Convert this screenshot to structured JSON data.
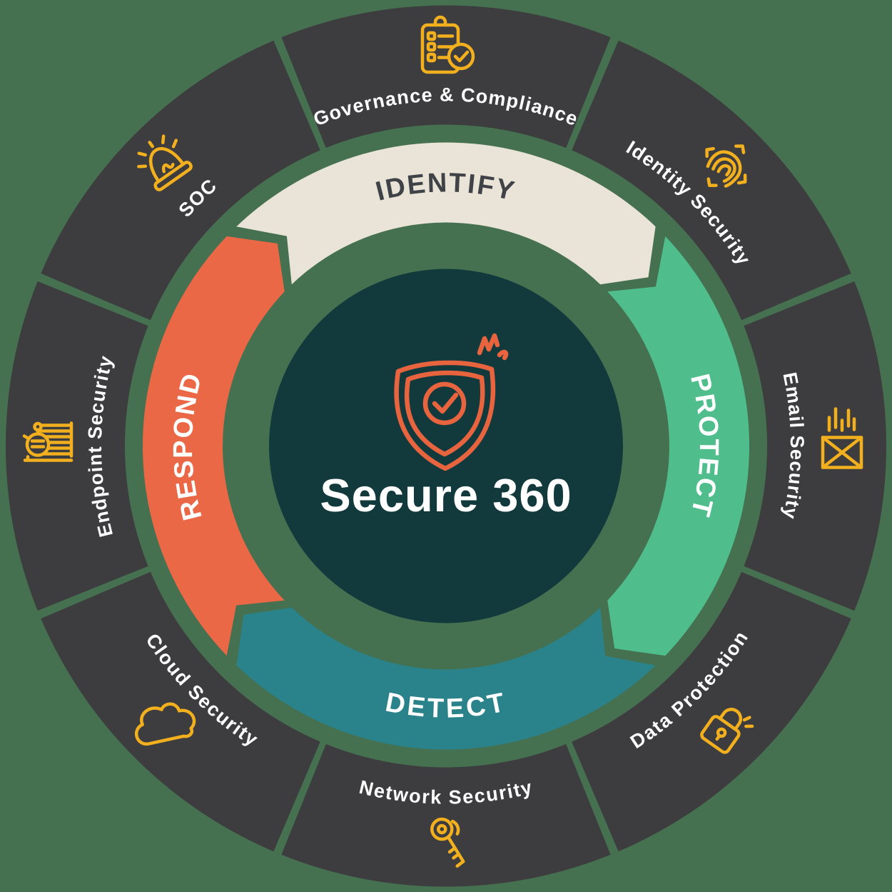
{
  "title": "Secure 360 security framework wheel",
  "colors": {
    "background": "#467150",
    "icon_gold": "#F2B01F"
  },
  "center": {
    "title": "Secure 360",
    "icon": "shield-check-icon",
    "bg_color": "#123A3D",
    "title_color": "#FFFFFF",
    "icon_color": "#E8643F"
  },
  "inner_ring": {
    "cycle_direction": "clockwise",
    "segments": [
      {
        "id": "identify",
        "label": "IDENTIFY",
        "position": "top",
        "color": "#EAE3D7",
        "text_color": "#3F4347"
      },
      {
        "id": "protect",
        "label": "PROTECT",
        "position": "right",
        "color": "#4FBE8C",
        "text_color": "#FFFFFF"
      },
      {
        "id": "detect",
        "label": "DETECT",
        "position": "bottom",
        "color": "#2A828A",
        "text_color": "#FFFFFF"
      },
      {
        "id": "respond",
        "label": "RESPOND",
        "position": "left",
        "color": "#EA6845",
        "text_color": "#FFFFFF"
      }
    ]
  },
  "outer_ring": {
    "ring_color": "#3D3D3F",
    "label_color": "#FFFFFF",
    "segments": [
      {
        "id": "governance-compliance",
        "label": "Governance & Compliance",
        "icon": "clipboard-checklist-icon",
        "position": "top"
      },
      {
        "id": "identity-security",
        "label": "Identity Security",
        "icon": "fingerprint-icon",
        "position": "top-right"
      },
      {
        "id": "email-security",
        "label": "Email Security",
        "icon": "envelope-send-icon",
        "position": "right"
      },
      {
        "id": "data-protection",
        "label": "Data Protection",
        "icon": "padlock-icon",
        "position": "bottom-right"
      },
      {
        "id": "network-security",
        "label": "Network Security",
        "icon": "keys-icon",
        "position": "bottom"
      },
      {
        "id": "cloud-security",
        "label": "Cloud Security",
        "icon": "cloud-icon",
        "position": "bottom-left"
      },
      {
        "id": "endpoint-security",
        "label": "Endpoint Security",
        "icon": "magnifier-flipchart-icon",
        "position": "left"
      },
      {
        "id": "soc",
        "label": "SOC",
        "icon": "siren-icon",
        "position": "top-left"
      }
    ]
  }
}
